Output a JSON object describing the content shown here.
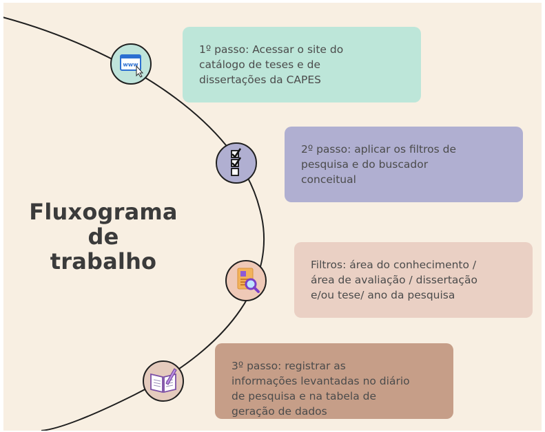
{
  "title": {
    "line1": "Fluxograma de",
    "line2": "trabalho"
  },
  "steps": [
    {
      "icon": "web-browser-icon",
      "lines": [
        "1º passo: Acessar o site do",
        "catálogo de teses e de",
        "dissertações da CAPES"
      ],
      "color": "#bde6d9"
    },
    {
      "icon": "checklist-icon",
      "lines": [
        "2º passo: aplicar os filtros de",
        "pesquisa e do buscador",
        "conceitual"
      ],
      "color": "#b0afd1"
    },
    {
      "icon": "document-search-icon",
      "lines": [
        "Filtros: área do conhecimento /",
        "área de avaliação / dissertação",
        "e/ou tese/ ano da pesquisa"
      ],
      "color": "#ead0c4"
    },
    {
      "icon": "open-book-icon",
      "lines": [
        "3º passo: registrar as",
        "informações levantadas no diário",
        "de pesquisa e na tabela de",
        "geração de dados"
      ],
      "color": "#c69e88"
    }
  ],
  "icon_text": {
    "www": "www"
  },
  "colors": {
    "background": "#f8efe2",
    "line": "#1f1f1f",
    "title": "#3b3b3b",
    "text": "#4b4b4b"
  }
}
